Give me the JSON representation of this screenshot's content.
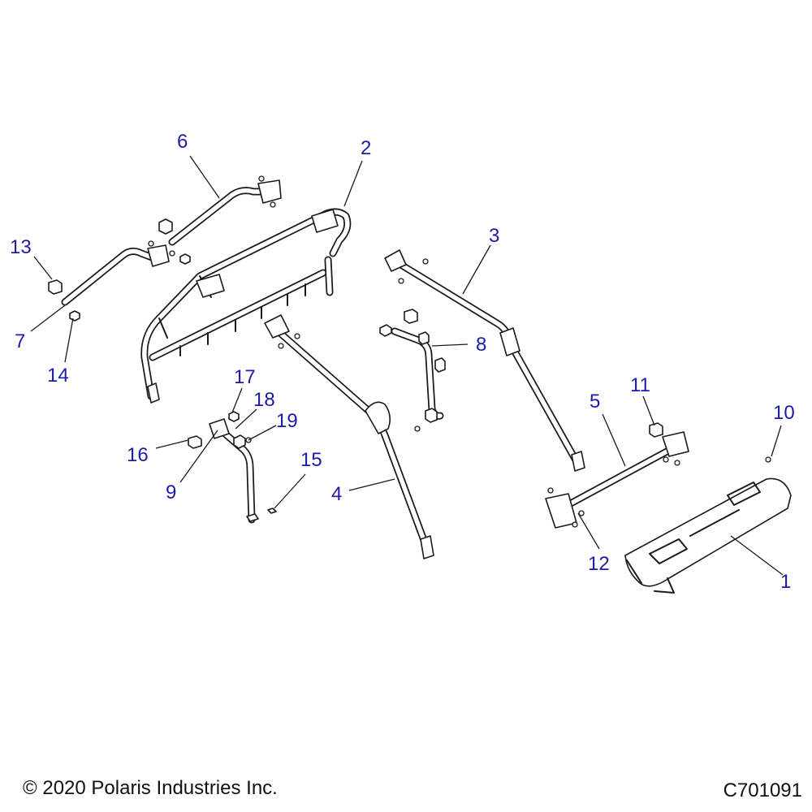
{
  "callouts": {
    "c1": "1",
    "c2": "2",
    "c3": "3",
    "c4": "4",
    "c5": "5",
    "c6": "6",
    "c7": "7",
    "c8": "8",
    "c9": "9",
    "c10": "10",
    "c11": "11",
    "c12": "12",
    "c13": "13",
    "c14": "14",
    "c15": "15",
    "c16": "16",
    "c17": "17",
    "c18": "18",
    "c19": "19"
  },
  "footer": {
    "copyright": "© 2020 Polaris Industries Inc.",
    "figure_id": "C701091"
  },
  "colors": {
    "callout_text": "#1c1ca8",
    "line_art": "#1a1a1a",
    "background": "#ffffff"
  }
}
